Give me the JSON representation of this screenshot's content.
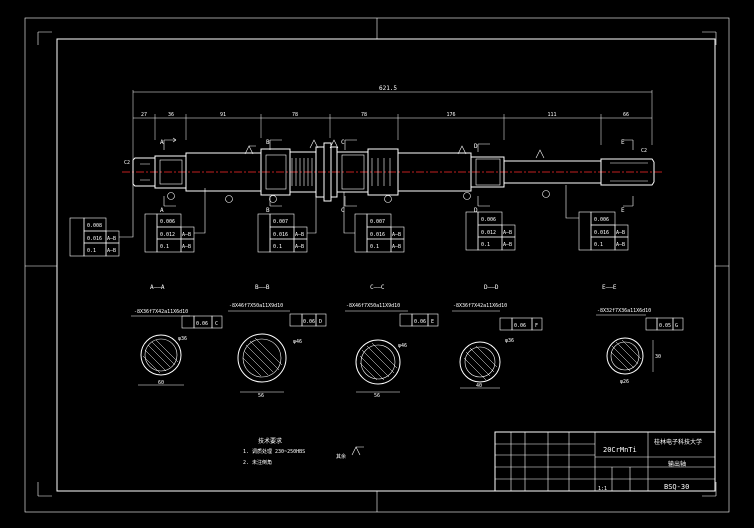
{
  "dimensions": {
    "overall": "621.5",
    "seg1": "27",
    "seg2": "36",
    "seg3": "91",
    "seg4": "78",
    "seg5": "78",
    "seg6": "176",
    "seg7": "111",
    "seg8": "66",
    "tol_c2_left": "C2",
    "tol_c2_right": "C2"
  },
  "views": {
    "a": {
      "title": "A——A",
      "spec": "-8X36f7X42a11X6d10",
      "tol": "0.06",
      "datum": "C",
      "width": "60",
      "dia": "φ36"
    },
    "b": {
      "title": "B——B",
      "spec": "-8X46f7X50a11X9d10",
      "tol": "0.06",
      "datum": "D",
      "width": "56",
      "dia": "φ46"
    },
    "c": {
      "title": "C——C",
      "spec": "-8X46f7X50a11X9d10",
      "tol": "0.06",
      "datum": "E",
      "width": "56",
      "dia": "φ46"
    },
    "d": {
      "title": "D——D",
      "spec": "-8X36f7X42a11X6d10",
      "tol": "0.06",
      "datum": "F",
      "width": "40",
      "dia": "φ36"
    },
    "e": {
      "title": "E——E",
      "spec": "-8X32f7X36a11X6d10",
      "tol": "0.05",
      "datum": "G",
      "width": "30",
      "dia": "φ26"
    }
  },
  "fcf": {
    "left": [
      "0.008",
      "0.016",
      "0.1"
    ],
    "left_datum": [
      "",
      "A–B",
      "A–B"
    ],
    "b1": [
      "0.006",
      "0.012",
      "0.1"
    ],
    "b2": [
      "0.007",
      "0.016",
      "0.1"
    ],
    "b3": [
      "0.007",
      "0.016",
      "0.1"
    ],
    "b4": [
      "0.006",
      "0.012",
      "0.1"
    ],
    "b5": [
      "0.006",
      "0.016",
      "0.1"
    ],
    "datum_ab": "A–B"
  },
  "notes": {
    "heading": "技术要求",
    "line1": "1. 调质处理  230~250HBS",
    "line2": "2. 未注倒角"
  },
  "roughness_other": "其余",
  "title_block": {
    "material": "20CrMnTi",
    "school": "桂林电子科技大学",
    "part_name": "输出轴",
    "drawing_no": "BSQ-30",
    "scale": "1:1"
  }
}
